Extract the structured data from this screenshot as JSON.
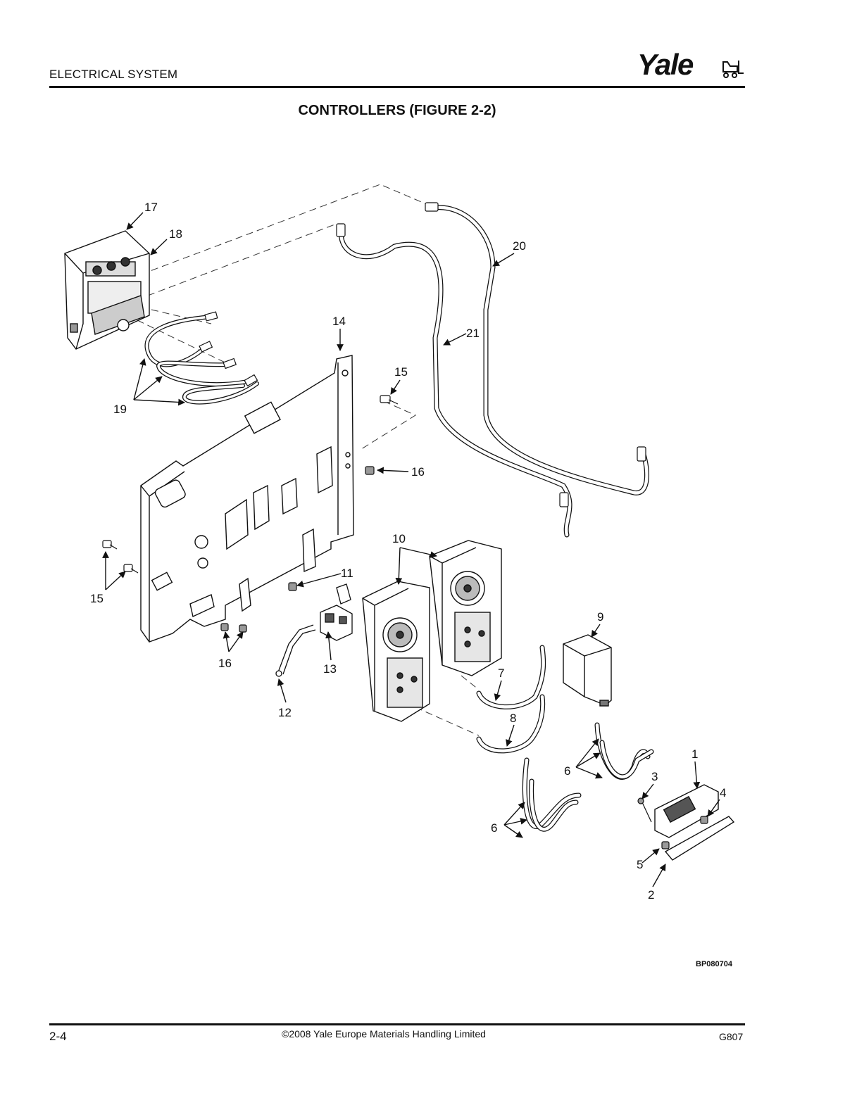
{
  "header": {
    "section": "ELECTRICAL SYSTEM",
    "brand": "Yale"
  },
  "figure": {
    "title": "CONTROLLERS (FIGURE 2-2)",
    "callouts": [
      "1",
      "2",
      "3",
      "4",
      "5",
      "6",
      "6",
      "7",
      "8",
      "9",
      "10",
      "11",
      "12",
      "13",
      "14",
      "15",
      "15",
      "16",
      "16",
      "17",
      "18",
      "19",
      "20",
      "21"
    ],
    "drawing_id": "BP080704"
  },
  "footer": {
    "page": "2-4",
    "copyright": "©2008 Yale Europe Materials Handling Limited",
    "code": "G807"
  }
}
